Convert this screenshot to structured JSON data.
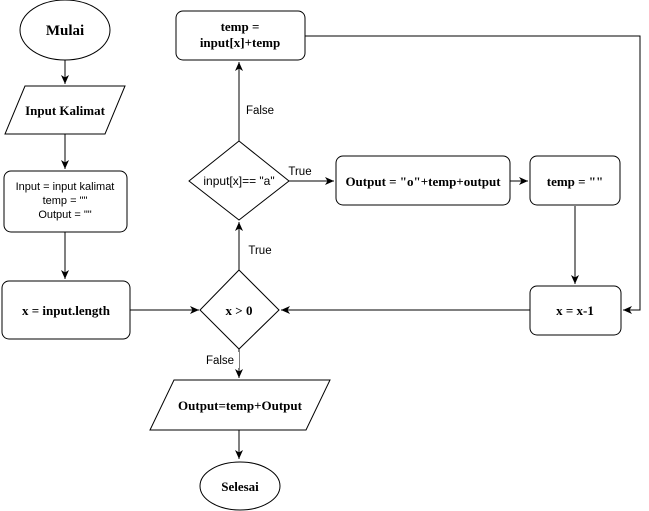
{
  "nodes": {
    "start": "Mulai",
    "input": "Input Kalimat",
    "init": [
      "Input = input kalimat",
      "temp = \"\"",
      "Output = \"\""
    ],
    "assign_x": "x = input.length",
    "cond_x": "x > 0",
    "cond_char": "input[x]== \"a\"",
    "temp_add": [
      "temp =",
      "input[x]+temp"
    ],
    "output_o": "Output = \"o\"+temp+output",
    "temp_reset": "temp = \"\"",
    "decrement": "x = x-1",
    "output_final": "Output=temp+Output",
    "end": "Selesai"
  },
  "edge_labels": {
    "cond_x_true": "True",
    "cond_x_false": "False",
    "cond_char_true": "True",
    "cond_char_false": "False"
  }
}
